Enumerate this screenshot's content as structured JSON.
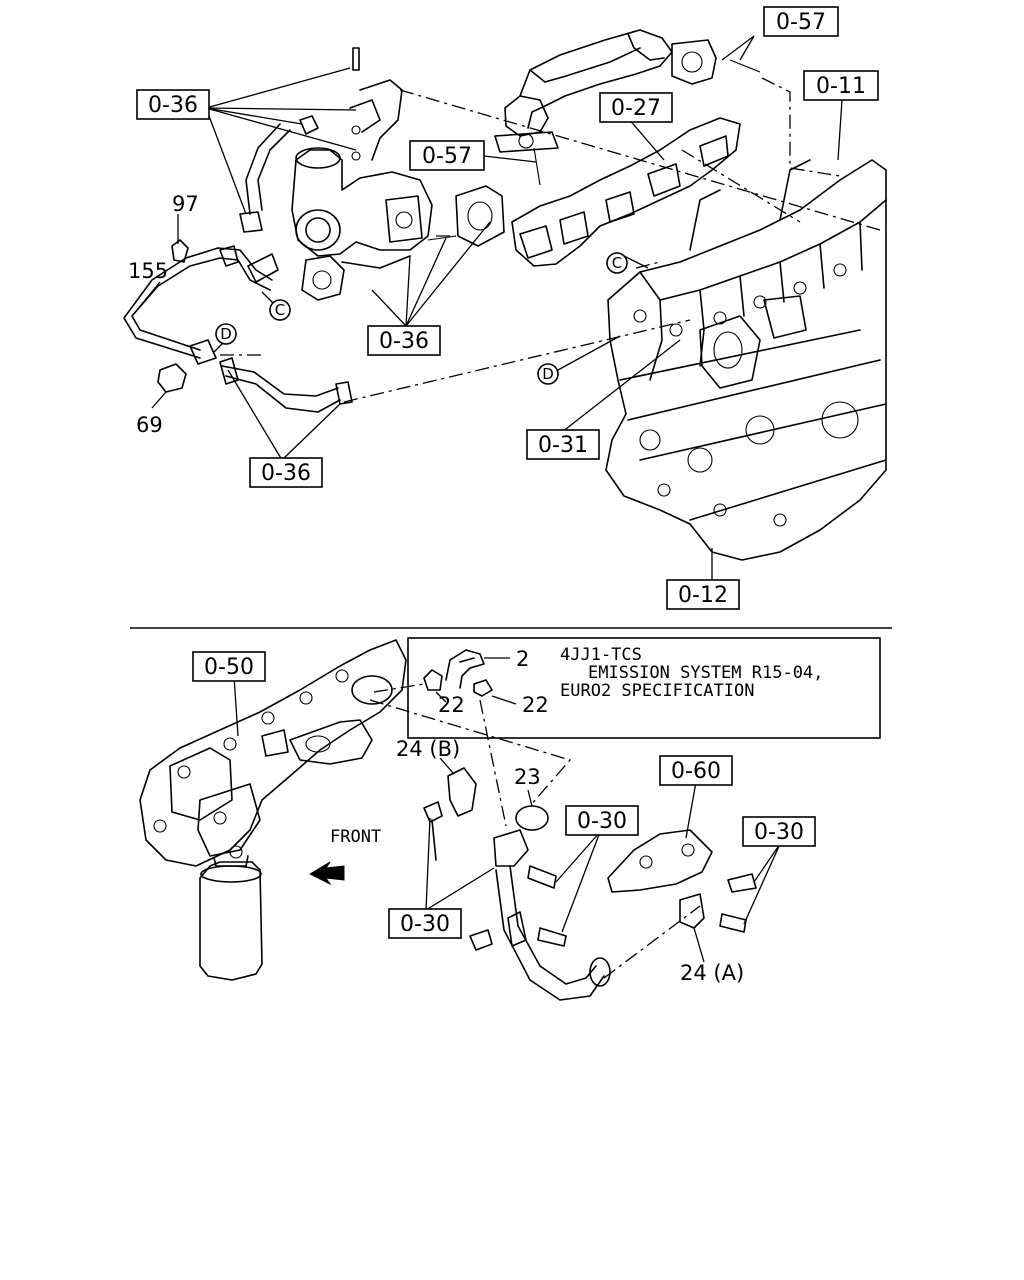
{
  "references": {
    "r057a": "0-57",
    "r011": "0-11",
    "r036a": "0-36",
    "r027": "0-27",
    "r057b": "0-57",
    "r036b": "0-36",
    "r036c": "0-36",
    "r031": "0-31",
    "r012": "0-12",
    "r050": "0-50",
    "r060": "0-60",
    "r030a": "0-30",
    "r030b": "0-30",
    "r030c": "0-30"
  },
  "parts": {
    "p97": "97",
    "p155": "155",
    "p69": "69",
    "p2": "2",
    "p22a": "22",
    "p22b": "22",
    "p23": "23",
    "p24b": "24 (B)",
    "p24a": "24 (A)"
  },
  "connectors": {
    "c1": "C",
    "c2": "C",
    "d1": "D",
    "d2": "D"
  },
  "note": {
    "line1": "4JJ1-TCS",
    "line2": "EMISSION SYSTEM R15-04,",
    "line3": "EURO2 SPECIFICATION"
  },
  "front_label": "FRONT"
}
